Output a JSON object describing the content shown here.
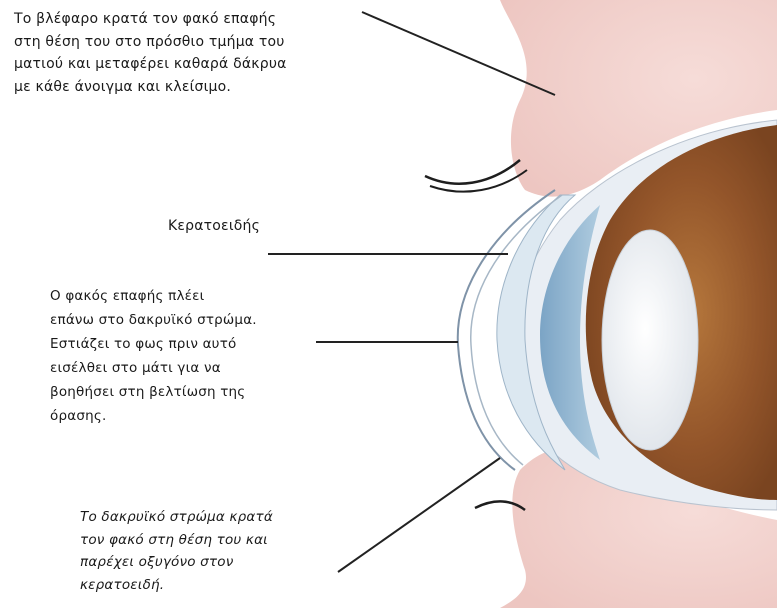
{
  "labels": {
    "eyelid": [
      "Το βλέφαρο κρατά τον φακό επαφής",
      "στη θέση του στο πρόσθιο τμήμα του",
      "ματιού και μεταφέρει καθαρά δάκρυα",
      "με κάθε άνοιγμα και κλείσιμο."
    ],
    "cornea": "Κερατοειδής",
    "lens": [
      "Ο φακός επαφής πλέει",
      "επάνω στο δακρυϊκό στρώμα.",
      "Εστιάζει το φως πριν αυτό",
      "εισέλθει στο μάτι για να",
      "βοηθήσει στη βελτίωση της",
      "όρασης."
    ],
    "tear_film": [
      "Το δακρυϊκό στρώμα κρατά",
      "τον φακό στη θέση του και",
      "παρέχει οξυγόνο στον",
      "κερατοειδή."
    ]
  },
  "colors": {
    "skin": "#f0d3cf",
    "iris": "#8a4c1c",
    "iris_light": "#a86a34",
    "sclera": "#e8eef3",
    "cornea_blue": "#9fbfd6",
    "lens_white": "#f3f4f6",
    "leader": "#2a2a2a"
  }
}
